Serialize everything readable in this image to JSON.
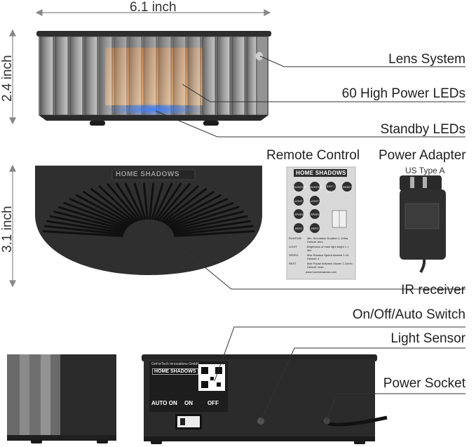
{
  "dimensions": {
    "width": "6.1 inch",
    "height": "2.4 inch",
    "depth": "3.1 inch"
  },
  "callouts": {
    "lens": "Lens System",
    "leds": "60 High Power LEDs",
    "standby": "Standby LEDs",
    "remote": "Remote Control",
    "adapter": "Power Adapter",
    "adapter_sub": "US Type A",
    "ir": "IR receiver",
    "switch": "On/Off/Auto Switch",
    "sensor": "Light Sensor",
    "socket": "Power Socket"
  },
  "brand": {
    "home": "HOME",
    "shadows": "SHADOWS"
  },
  "remote": {
    "buttons": [
      "RUNTIME",
      "RUNTIME",
      "EXIT / SAVE",
      "RESET",
      "LIGHT",
      "LIGHT",
      "SPEED",
      "SPEED",
      "REST",
      "REST"
    ],
    "rows": [
      {
        "key": "RUNTIME",
        "desc": "Min. Simulation Duration 1-10hrs. Default: 6hrs"
      },
      {
        "key": "LIGHT",
        "desc": "Brightness of main light bright <-> dim"
      },
      {
        "key": "SPEED",
        "desc": "Max Shadow Speed slowest 1-10. Default: 4"
      },
      {
        "key": "REST",
        "desc": "Max Pause between Moves 1-10min. Default: 1min"
      }
    ],
    "url": "www.homeshadows.com"
  },
  "back_panel": {
    "company": "GeForTech Innovations GmbH",
    "switch_labels": [
      "AUTO ON",
      "ON",
      "OFF"
    ]
  },
  "colors": {
    "device_body": "#2b2b2b",
    "led_orange": "#e8a060",
    "led_blue": "#3f7fff",
    "remote_bg": "#d9d9d9"
  }
}
